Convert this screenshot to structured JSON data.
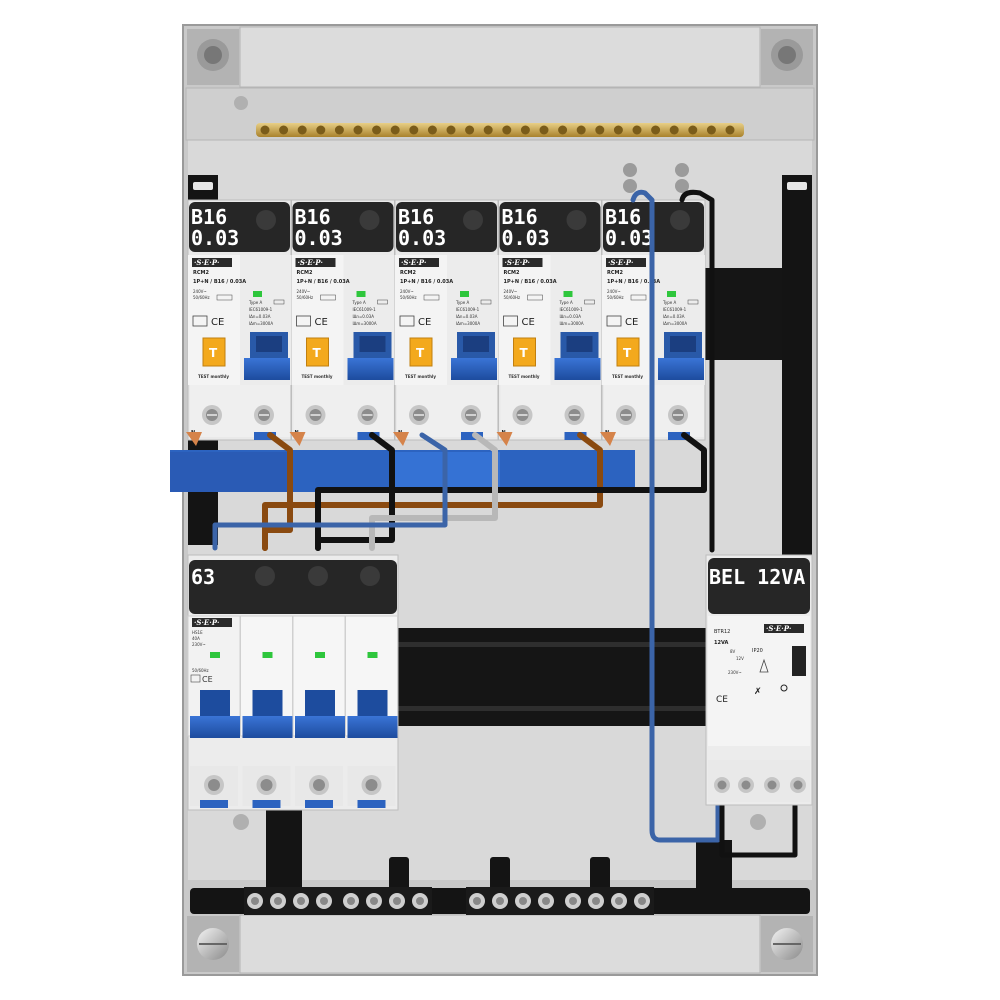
{
  "enclosure": {
    "colors": {
      "frame": "#c8c8c8",
      "panel": "#d6d6d6",
      "rail": "#141414",
      "wire_blue": "#3b64a8",
      "wire_brown": "#8a4a10",
      "wire_black": "#111111",
      "wire_grey": "#b8b8b8",
      "busbar_brass": "#c9a24a",
      "comb_bus": "#2c63c0"
    }
  },
  "rcbo_modules": [
    {
      "rating": "B16",
      "sensitivity": "0.03",
      "brand": "·S·E·P·",
      "model": "RCM2",
      "spec": "1P+N / B16 / 0.03A",
      "voltage": "240V~",
      "freq": "50/60Hz",
      "type": "Type A",
      "standard": "IEC61009-1",
      "idn": "IΔn=0.03A",
      "icn": "IΔm=3000A",
      "test": "TEST monthly",
      "n_label": "N"
    },
    {
      "rating": "B16",
      "sensitivity": "0.03",
      "brand": "·S·E·P·",
      "model": "RCM2",
      "spec": "1P+N / B16 / 0.03A",
      "voltage": "240V~",
      "freq": "50/60Hz",
      "type": "Type A",
      "standard": "IEC61009-1",
      "idn": "IΔn=0.03A",
      "icn": "IΔm=3000A",
      "test": "TEST monthly",
      "n_label": "N"
    },
    {
      "rating": "B16",
      "sensitivity": "0.03",
      "brand": "·S·E·P·",
      "model": "RCM2",
      "spec": "1P+N / B16 / 0.03A",
      "voltage": "240V~",
      "freq": "50/60Hz",
      "type": "Type A",
      "standard": "IEC61009-1",
      "idn": "IΔn=0.03A",
      "icn": "IΔm=3000A",
      "test": "TEST monthly",
      "n_label": "N"
    },
    {
      "rating": "B16",
      "sensitivity": "0.03",
      "brand": "·S·E·P·",
      "model": "RCM2",
      "spec": "1P+N / B16 / 0.03A",
      "voltage": "240V~",
      "freq": "50/60Hz",
      "type": "Type A",
      "standard": "IEC61009-1",
      "idn": "IΔn=0.03A",
      "icn": "IΔm=3000A",
      "test": "TEST monthly",
      "n_label": "N"
    },
    {
      "rating": "B16",
      "sensitivity": "0.03",
      "brand": "·S·E·P·",
      "model": "RCM2",
      "spec": "1P+N / B16 / 0.03A",
      "voltage": "240V~",
      "freq": "50/60Hz",
      "type": "Type A",
      "standard": "IEC61009-1",
      "idn": "IΔn=0.03A",
      "icn": "IΔm=3000A",
      "test": "TEST monthly",
      "n_label": "N"
    }
  ],
  "main_switch": {
    "label": "63",
    "brand": "·S·E·P·",
    "model": "HS1E",
    "rating": "40A",
    "sub": "230V~",
    "freq": "50/60Hz",
    "poles": 4
  },
  "bell_transformer": {
    "label": "BEL 12VA",
    "brand": "·S·E·P·",
    "model": "BTR12",
    "rating": "12VA",
    "ip": "IP20",
    "v8": "8V",
    "v12": "12V",
    "v230": "230V~"
  }
}
